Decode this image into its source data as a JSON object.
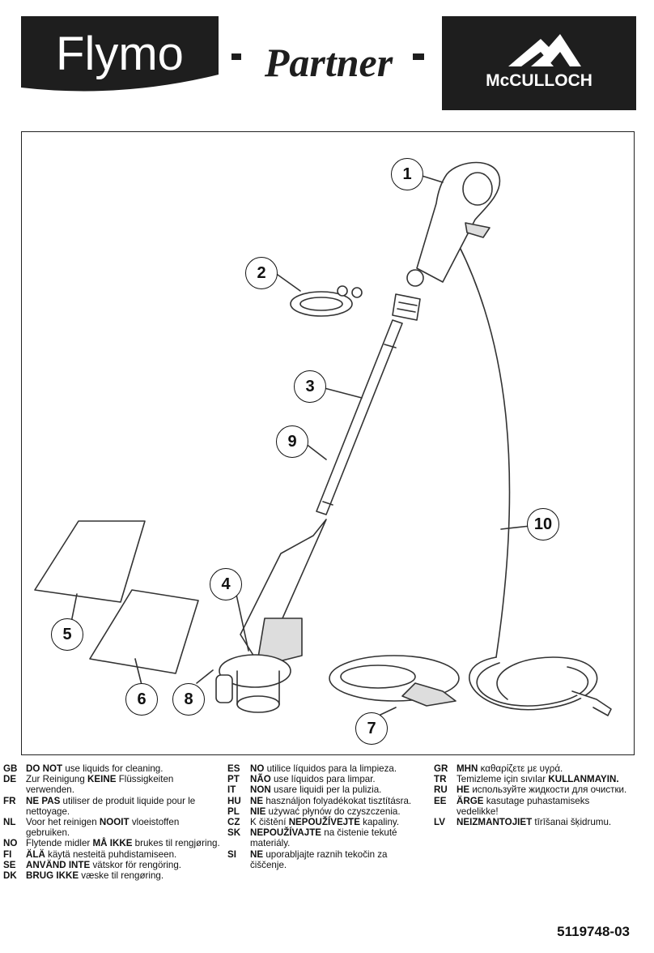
{
  "logos": {
    "flymo": "Flymo",
    "partner": "Partner",
    "mcculloch": "McCULLOCH"
  },
  "callouts": [
    "1",
    "2",
    "3",
    "4",
    "5",
    "6",
    "7",
    "8",
    "9",
    "10"
  ],
  "warnings": {
    "col1": [
      {
        "code": "GB",
        "bold": "DO NOT",
        "pre": "",
        "post": " use liquids for cleaning."
      },
      {
        "code": "DE",
        "pre": "Zur Reinigung ",
        "bold": "KEINE",
        "post": " Flüssigkeiten verwenden."
      },
      {
        "code": "FR",
        "pre": "",
        "bold": "NE PAS",
        "post": " utiliser de produit liquide pour le nettoyage."
      },
      {
        "code": "NL",
        "pre": "Voor het reinigen ",
        "bold": "NOOIT",
        "post": " vloeistoffen gebruiken."
      },
      {
        "code": "NO",
        "pre": "Flytende midler ",
        "bold": "MÅ IKKE",
        "post": " brukes til rengjøring."
      },
      {
        "code": "FI",
        "pre": "",
        "bold": "ÄLÄ",
        "post": " käytä nesteitä puhdistamiseen."
      },
      {
        "code": "SE",
        "pre": "",
        "bold": "ANVÄND INTE",
        "post": " vätskor för rengöring."
      },
      {
        "code": "DK",
        "pre": "",
        "bold": "BRUG IKKE",
        "post": " væske til rengøring."
      }
    ],
    "col2": [
      {
        "code": "ES",
        "pre": "",
        "bold": "NO",
        "post": " utilice líquidos para la limpieza."
      },
      {
        "code": "PT",
        "pre": "",
        "bold": "NÃO",
        "post": " use líquidos para limpar."
      },
      {
        "code": "IT",
        "pre": "",
        "bold": "NON",
        "post": " usare liquidi per la pulizia."
      },
      {
        "code": "HU",
        "pre": "",
        "bold": "NE",
        "post": " használjon folyadékokat tisztításra."
      },
      {
        "code": "PL",
        "pre": "",
        "bold": "NIE",
        "post": " używać płynów do czyszczenia."
      },
      {
        "code": "CZ",
        "pre": "K čištění ",
        "bold": "NEPOUŽÍVEJTE",
        "post": " kapaliny."
      },
      {
        "code": "SK",
        "pre": "",
        "bold": "NEPOUŽÍVAJTE",
        "post": " na čistenie tekuté materiály."
      },
      {
        "code": "SI",
        "pre": "",
        "bold": "NE",
        "post": " uporabljajte raznih tekočin za čiščenje."
      }
    ],
    "col3": [
      {
        "code": "GR",
        "pre": "",
        "bold": "MHN",
        "post": " καθαρίζετε με υγρά."
      },
      {
        "code": "TR",
        "pre": "Temizleme için sıvılar ",
        "bold": "KULLANMAYIN.",
        "post": ""
      },
      {
        "code": "RU",
        "pre": "",
        "bold": "НЕ",
        "post": " используйте жидкости для очистки."
      },
      {
        "code": "EE",
        "pre": "",
        "bold": "ÄRGE",
        "post": " kasutage puhastamiseks vedelikke!"
      },
      {
        "code": "LV",
        "pre": "",
        "bold": "NEIZMANTOJIET",
        "post": " tīrīšanai šķidrumu."
      }
    ]
  },
  "doc_number": "5119748-03"
}
